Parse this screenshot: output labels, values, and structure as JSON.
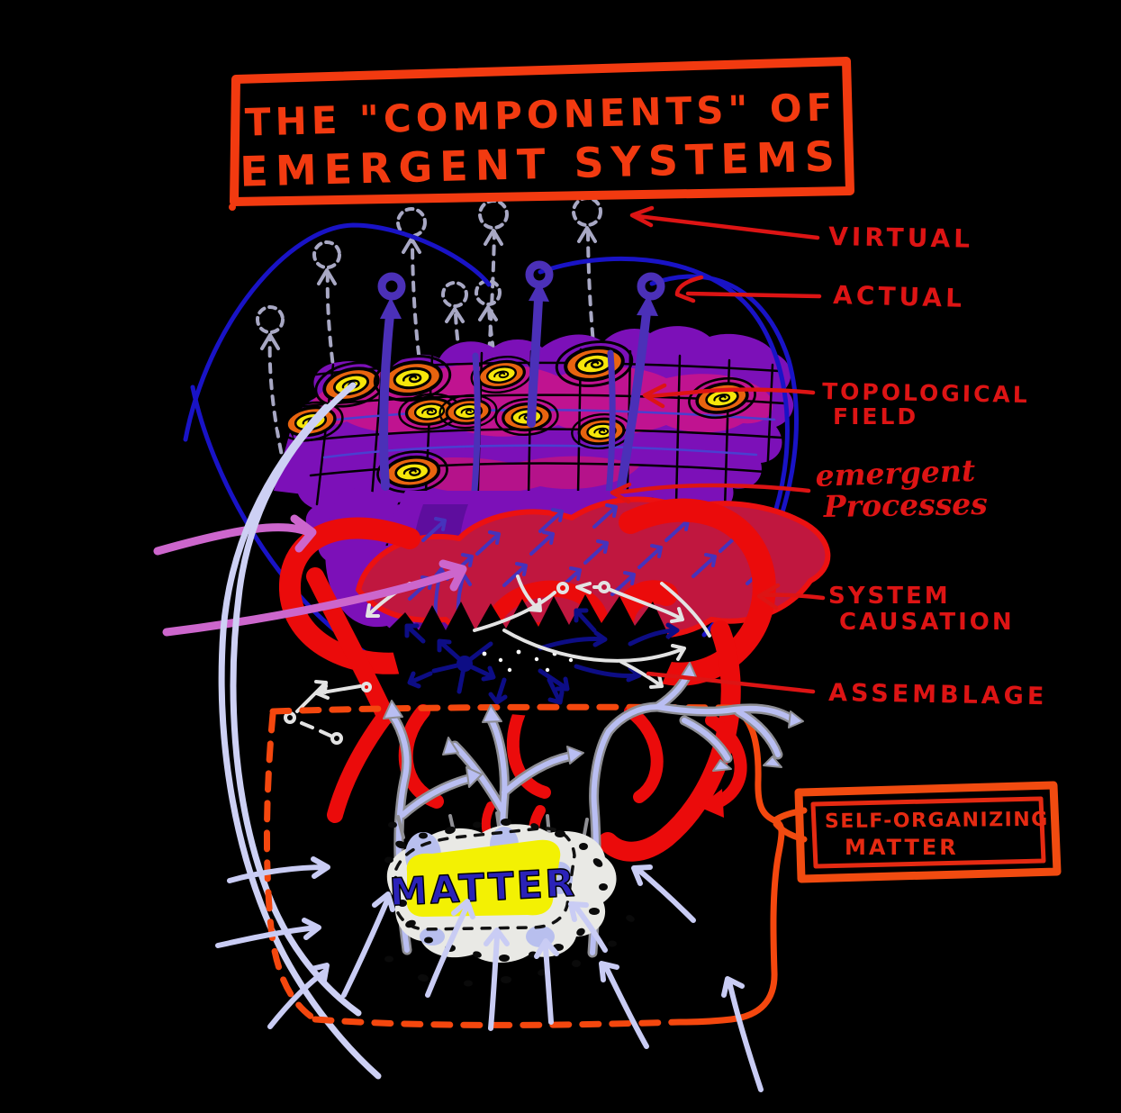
{
  "title": {
    "line1": "THE \"COMPONENTS\" OF",
    "line2": "EMERGENT SYSTEMS"
  },
  "labels": {
    "virtual": "VIRTUAL",
    "actual": "ACTUAL",
    "topological_1": "TOPOLOGICAL",
    "topological_2": "FIELD",
    "emergent_1": "emergent",
    "emergent_2": "Processes",
    "causation_1": "SYSTEM",
    "causation_2": "CAUSATION",
    "assemblage": "ASSEMBLAGE"
  },
  "callout": {
    "line1": "SELF-ORGANIZING",
    "line2": "MATTER"
  },
  "matter_label": "MATTER",
  "colors": {
    "background": "#000000",
    "title_red": "#F23A10",
    "annotation_red": "#DD1414",
    "callout_outer_orange": "#F14B10",
    "callout_inner_red": "#E52A12",
    "dashed_box_orange": "#F4470E",
    "navy_curve": "#1913C6",
    "indigo_arrow": "#4B30B8",
    "virtual_dash_gray": "#A8A8C4",
    "lavender_arrow": "#C9CCF4",
    "periwinkle_tree": "#B9BEF2",
    "orchid_arrow": "#CC66CC",
    "field_purple": "#7C10B8",
    "field_magenta": "#C01390",
    "crimson_patch": "#C0173F",
    "ribbon_red": "#EB0B0B",
    "eye_orange": "#E8640F",
    "eye_yellow": "#F6E60A",
    "matter_yellow": "#F3F103",
    "matter_text_blue": "#2B22B8",
    "matter_speckle": "#E9E9E5"
  }
}
